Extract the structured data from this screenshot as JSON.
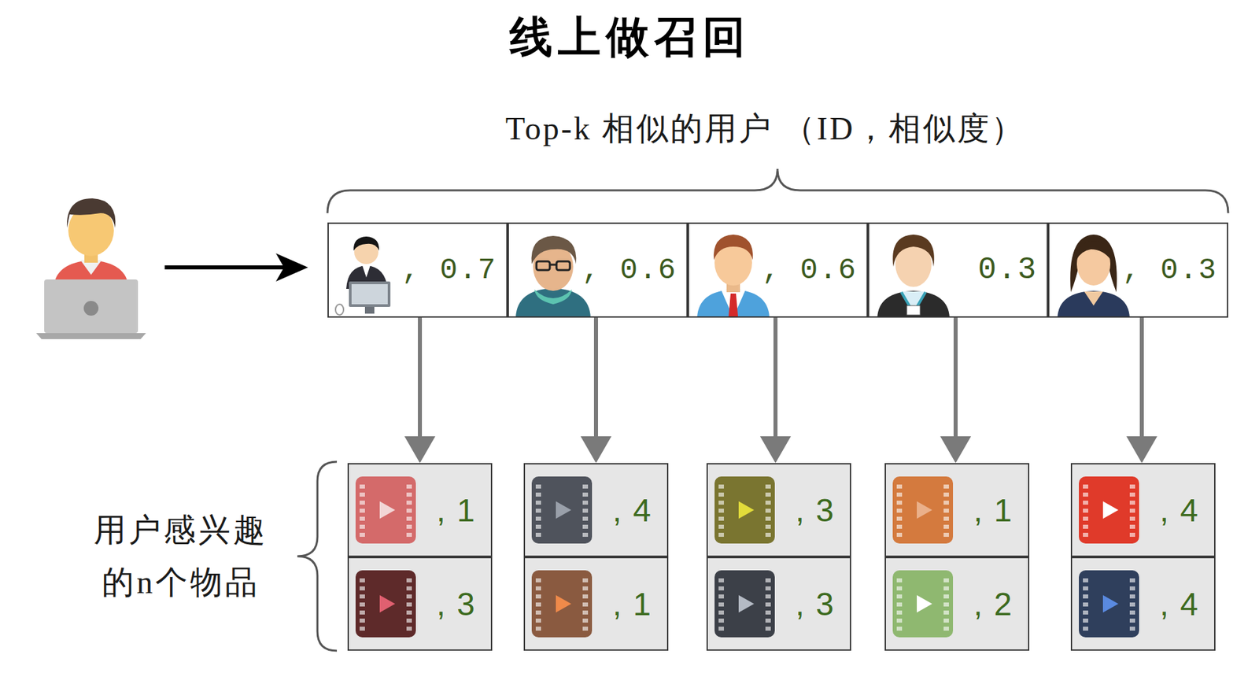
{
  "diagram": {
    "title": "线上做召回",
    "nodes": [
      {
        "text": [
          ", 0.7"
        ]
      },
      {
        "text": [
          ", 0.6"
        ]
      },
      {
        "text": [
          ", 0.6"
        ]
      },
      {
        "text": [
          "0.3"
        ]
      },
      {
        "text": [
          ", 0.3"
        ]
      },
      {
        "text": [
          ", 1"
        ]
      },
      {
        "text": [
          ", 4"
        ]
      },
      {
        "text": [
          ", 3"
        ]
      },
      {
        "text": [
          ", 1"
        ]
      },
      {
        "text": [
          ", 4"
        ]
      },
      {
        "text": [
          ", 3"
        ]
      },
      {
        "text": [
          ", 1"
        ]
      },
      {
        "text": [
          ", 3"
        ]
      },
      {
        "text": [
          ", 2"
        ]
      },
      {
        "text": [
          ", 4"
        ]
      }
    ],
    "edges": [
      {
        "from": 0,
        "to": 5,
        "arrow": "to"
      },
      {
        "from": 1,
        "to": 6,
        "arrow": "to"
      },
      {
        "from": 2,
        "to": 7,
        "arrow": "to"
      },
      {
        "from": 3,
        "to": 8,
        "arrow": "to"
      },
      {
        "from": 4,
        "to": 9,
        "arrow": "to"
      }
    ],
    "labels": [
      "Top-k 相似的用户 （ID，相似度）",
      "用户感兴趣的n个物品"
    ]
  }
}
